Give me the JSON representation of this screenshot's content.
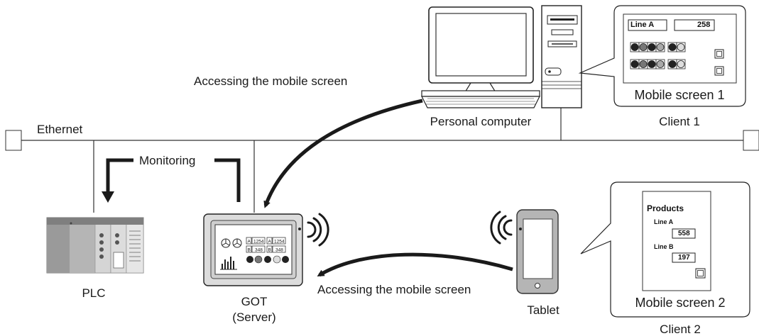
{
  "labels": {
    "ethernet": "Ethernet",
    "monitoring": "Monitoring",
    "accessing_top": "Accessing the mobile screen",
    "accessing_bottom": "Accessing the mobile screen",
    "personal_computer": "Personal computer",
    "client1": "Client 1",
    "client2": "Client 2",
    "plc": "PLC",
    "got_line1": "GOT",
    "got_line2": "(Server)",
    "tablet": "Tablet"
  },
  "mobile_screen_1": {
    "caption": "Mobile screen 1",
    "line_label": "Line A",
    "value": "258"
  },
  "mobile_screen_2": {
    "caption": "Mobile screen 2",
    "title": "Products",
    "line_a_label": "Line A",
    "line_a_value": "558",
    "line_b_label": "Line B",
    "line_b_value": "197"
  },
  "got_screen": {
    "a_label": "A",
    "a_value": "1254",
    "b_label": "B",
    "b_value": "348"
  }
}
